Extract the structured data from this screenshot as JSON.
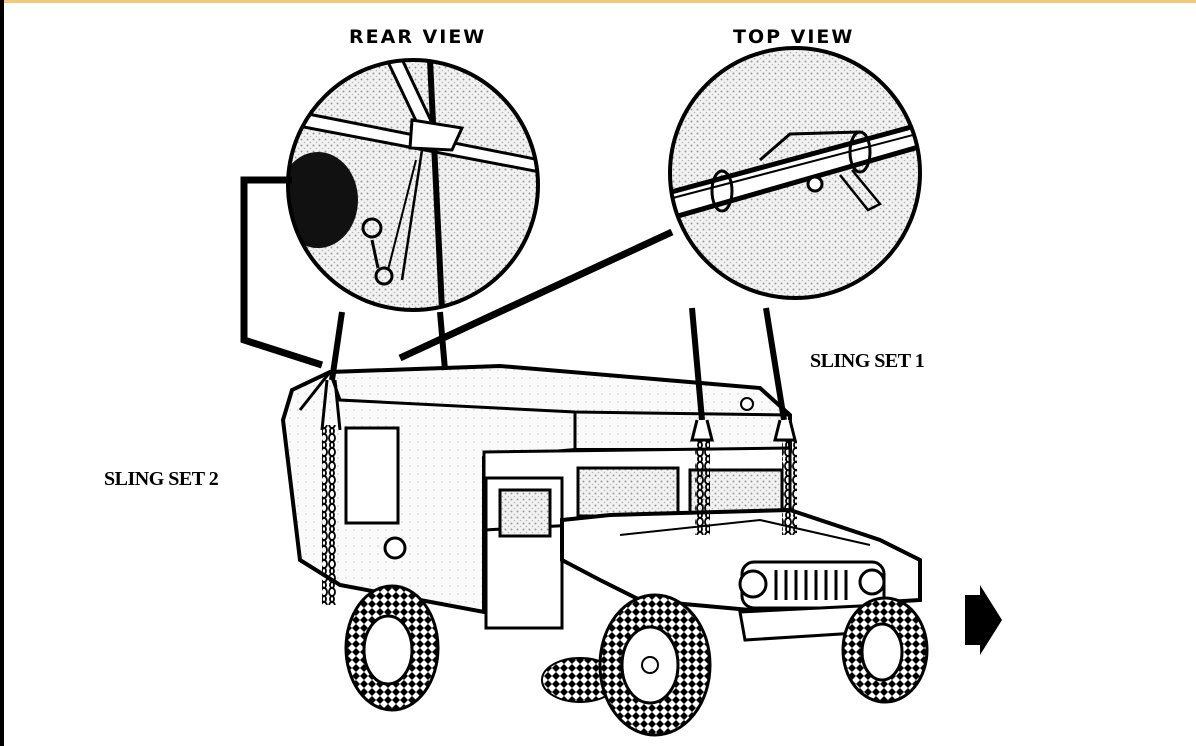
{
  "labels": {
    "rear_view": "REAR VIEW",
    "top_view": "TOP VIEW",
    "sling_set_1": "SLING SET 1",
    "sling_set_2": "SLING SET 2"
  },
  "colors": {
    "top_rule": "#f3c87a",
    "ink": "#000000",
    "stipple": "#d8d8d8"
  },
  "icons": {
    "next_page": "next-arrow-icon"
  }
}
